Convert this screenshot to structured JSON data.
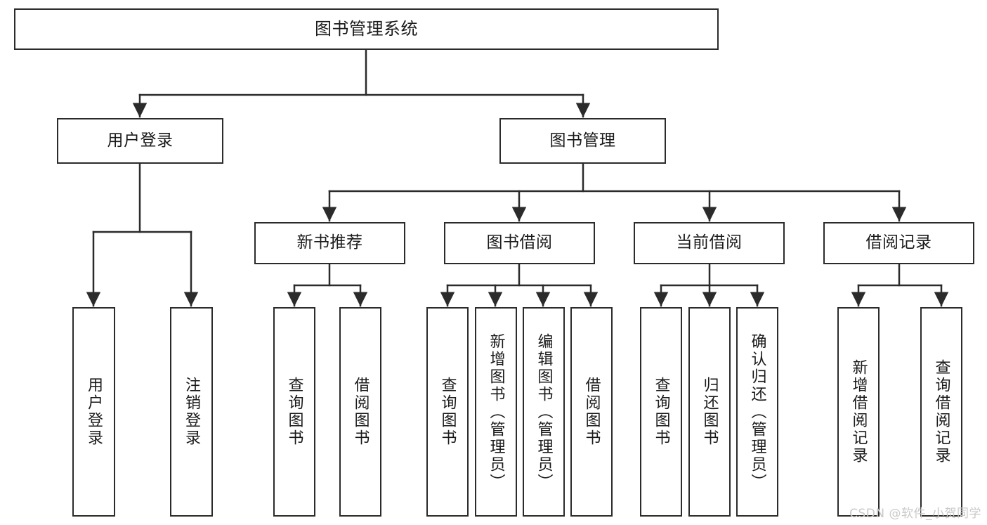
{
  "diagram": {
    "type": "tree-hierarchy",
    "title": "图书管理系统",
    "watermark": "CSDN @软件_小贺同学",
    "colors": {
      "stroke": "#2b2b2b",
      "fill": "#ffffff",
      "text": "#1a1a1a",
      "watermark": "#c9c9c9"
    },
    "levels": {
      "root": {
        "label": "图书管理系统"
      },
      "level2": [
        {
          "label": "用户登录"
        },
        {
          "label": "图书管理"
        }
      ],
      "level3": [
        {
          "label": "新书推荐"
        },
        {
          "label": "图书借阅"
        },
        {
          "label": "当前借阅"
        },
        {
          "label": "借阅记录"
        }
      ],
      "leaves": [
        {
          "label": "用户登录"
        },
        {
          "label": "注销登录"
        },
        {
          "label": "查询图书"
        },
        {
          "label": "借阅图书"
        },
        {
          "label": "查询图书"
        },
        {
          "label": "新增图书（管理员）"
        },
        {
          "label": "编辑图书（管理员）"
        },
        {
          "label": "借阅图书"
        },
        {
          "label": "查询图书"
        },
        {
          "label": "归还图书"
        },
        {
          "label": "确认归还（管理员）"
        },
        {
          "label": "新增借阅记录"
        },
        {
          "label": "查询借阅记录"
        }
      ]
    },
    "edges": [
      {
        "from": "图书管理系统",
        "to": "用户登录"
      },
      {
        "from": "图书管理系统",
        "to": "图书管理"
      },
      {
        "from": "用户登录",
        "to": "用户登录"
      },
      {
        "from": "用户登录",
        "to": "注销登录"
      },
      {
        "from": "图书管理",
        "to": "新书推荐"
      },
      {
        "from": "图书管理",
        "to": "图书借阅"
      },
      {
        "from": "图书管理",
        "to": "当前借阅"
      },
      {
        "from": "图书管理",
        "to": "借阅记录"
      },
      {
        "from": "新书推荐",
        "to": "查询图书"
      },
      {
        "from": "新书推荐",
        "to": "借阅图书"
      },
      {
        "from": "图书借阅",
        "to": "查询图书"
      },
      {
        "from": "图书借阅",
        "to": "新增图书（管理员）"
      },
      {
        "from": "图书借阅",
        "to": "编辑图书（管理员）"
      },
      {
        "from": "图书借阅",
        "to": "借阅图书"
      },
      {
        "from": "当前借阅",
        "to": "查询图书"
      },
      {
        "from": "当前借阅",
        "to": "归还图书"
      },
      {
        "from": "当前借阅",
        "to": "确认归还（管理员）"
      },
      {
        "from": "借阅记录",
        "to": "新增借阅记录"
      },
      {
        "from": "借阅记录",
        "to": "查询借阅记录"
      }
    ]
  }
}
